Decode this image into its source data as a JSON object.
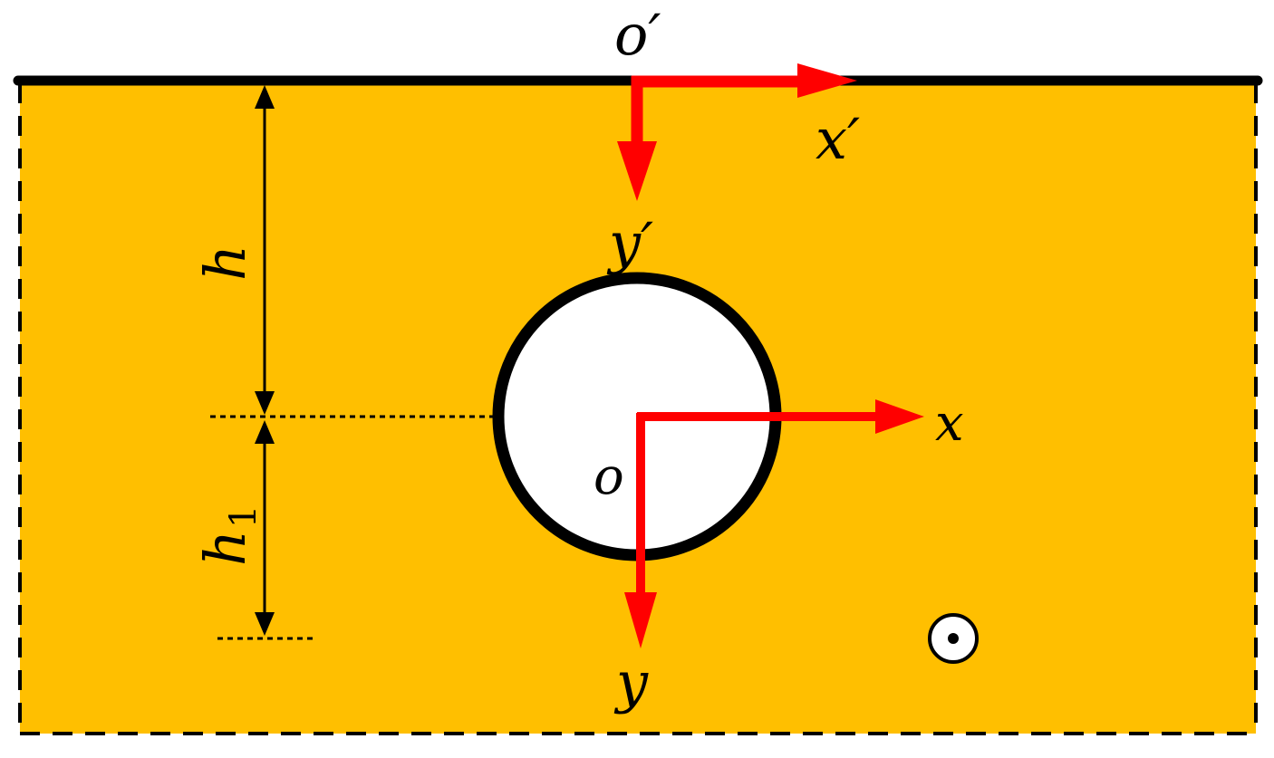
{
  "colors": {
    "material_fill": "#FFBF00",
    "boundary": "#000000",
    "axis_arrow": "#FF0000",
    "hole_fill": "#FFFFFF"
  },
  "labels": {
    "origin_surface": "o′",
    "x_surface": "x′",
    "y_surface": "y′",
    "origin_center": "o",
    "x_center": "x",
    "y_center": "y",
    "depth": "h",
    "depth2_base": "h",
    "depth2_sub": "1"
  },
  "icons": {
    "out_of_plane_marker": "dot-in-circle-icon"
  }
}
